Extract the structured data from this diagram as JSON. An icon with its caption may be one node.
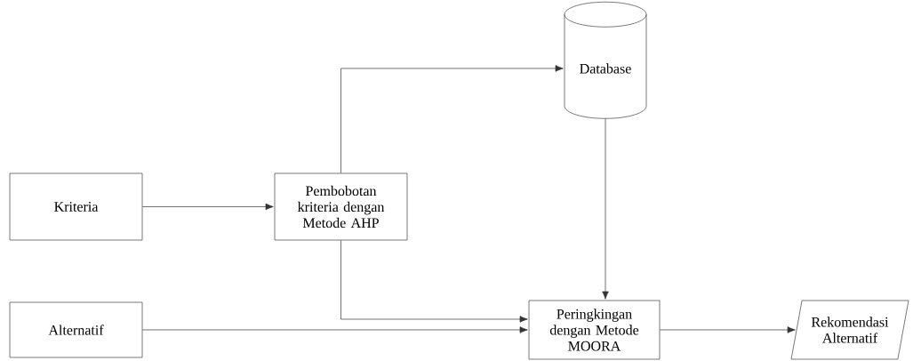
{
  "diagram": {
    "nodes": [
      {
        "text": [
          "Database"
        ]
      },
      {
        "text": [
          "Kriteria"
        ]
      },
      {
        "text": [
          "Pembobotan kriteria dengan Metode AHP"
        ]
      },
      {
        "text": [
          "Alternatif"
        ]
      },
      {
        "text": [
          "Peringkingan dengan Metode MOORA"
        ]
      },
      {
        "text": [
          "Rekomendasi Alternatif"
        ]
      }
    ],
    "edges": [
      {
        "from": 1,
        "to": 2,
        "arrow": "to"
      },
      {
        "from": 2,
        "to": 0,
        "arrow": "to"
      },
      {
        "from": 2,
        "to": 4,
        "arrow": "to"
      },
      {
        "from": 3,
        "to": 4,
        "arrow": "to"
      },
      {
        "from": 0,
        "to": 4,
        "arrow": "to"
      },
      {
        "from": 4,
        "to": 5,
        "arrow": "to"
      }
    ]
  }
}
